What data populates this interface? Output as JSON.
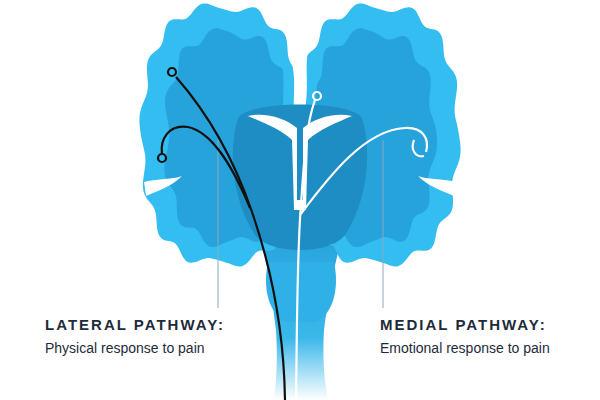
{
  "diagram": {
    "labels": [
      "LATERAL PATHWAY:",
      "Physical response to pain",
      "MEDIAL PATHWAY:",
      "Emotional response to pain"
    ]
  }
}
